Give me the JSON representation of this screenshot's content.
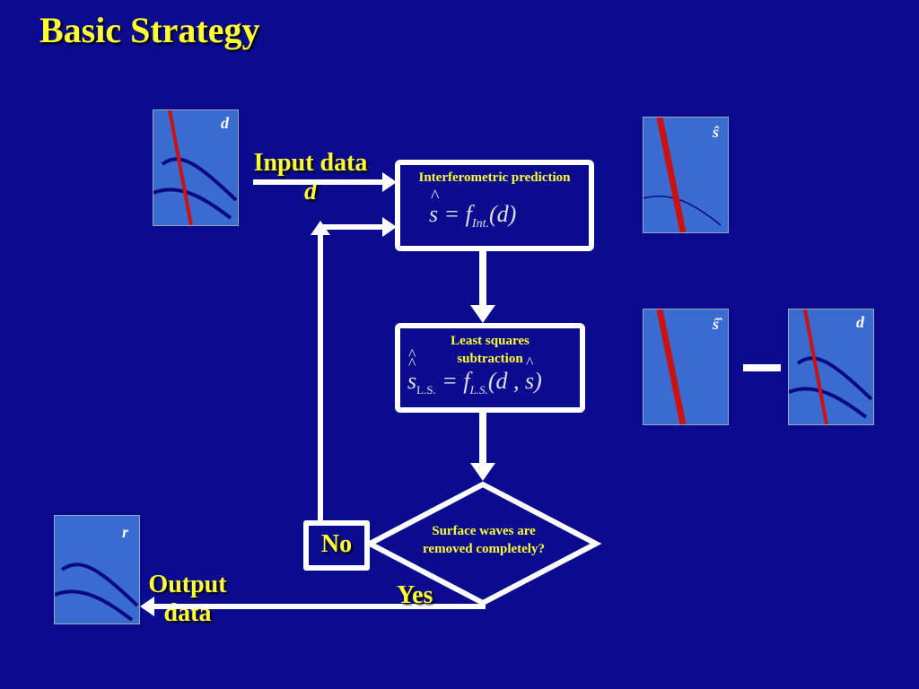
{
  "title": "Basic Strategy",
  "input_label": {
    "line1": "Input data",
    "line2": "d"
  },
  "output_label": {
    "line1": "Output",
    "line2": "data"
  },
  "prediction_box": {
    "title": "Interferometric prediction",
    "formula": "ŝ = f_Int.(d)"
  },
  "subtraction_box": {
    "title_line1": "Least squares",
    "title_line2": "subtraction",
    "formula": "ŝ_L.S. = f_L.S.(d, ŝ)"
  },
  "decision": {
    "line1": "Surface waves are",
    "line2": "removed completely?"
  },
  "no_label": "No",
  "yes_label": "Yes",
  "panels": {
    "input_d": "d",
    "predicted_s": "ŝ",
    "ls_s": "ŝ̂",
    "ls_d": "d",
    "output_r": "r"
  },
  "minus_sign": "–",
  "colors": {
    "background": "#0b0b8f",
    "label": "#ffff33",
    "panel": "#3a6bd0",
    "surface_wave": "#cc1111",
    "reflection": "#0a0a80"
  }
}
